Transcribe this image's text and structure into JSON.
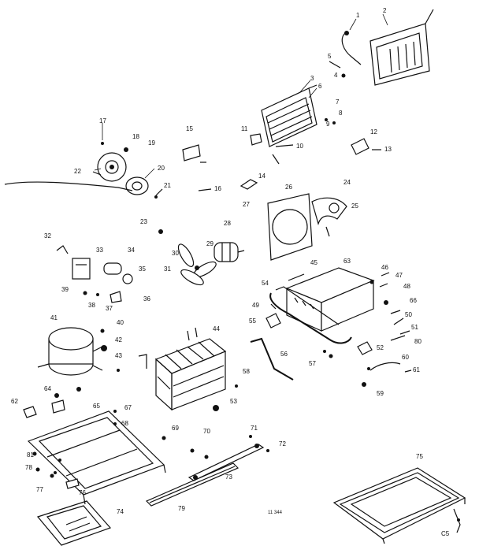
{
  "diagram": {
    "callouts": [
      "1",
      "2",
      "3",
      "4",
      "5",
      "6",
      "7",
      "8",
      "9",
      "10",
      "11",
      "12",
      "13",
      "14",
      "15",
      "16",
      "17",
      "18",
      "19",
      "20",
      "21",
      "22",
      "23",
      "24",
      "25",
      "26",
      "27",
      "28",
      "29",
      "30",
      "31",
      "32",
      "33",
      "34",
      "35",
      "36",
      "37",
      "38",
      "39",
      "40",
      "41",
      "42",
      "43",
      "44",
      "45",
      "46",
      "47",
      "48",
      "49",
      "50",
      "51",
      "52",
      "53",
      "54",
      "55",
      "56",
      "57",
      "58",
      "59",
      "60",
      "61",
      "62",
      "63",
      "64",
      "65",
      "66",
      "67",
      "68",
      "69",
      "70",
      "71",
      "72",
      "73",
      "74",
      "75",
      "76",
      "77",
      "78",
      "79",
      "80",
      "81",
      "C5"
    ],
    "footer_mark": "11 344"
  }
}
